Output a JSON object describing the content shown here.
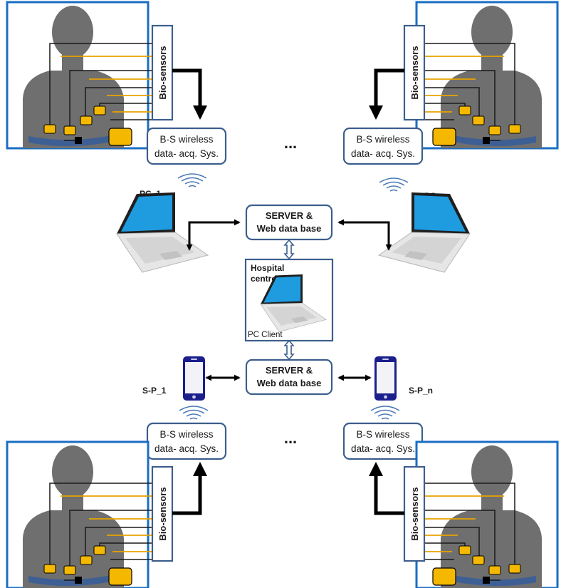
{
  "patients": {
    "biosensors_label": "Bio-sensors"
  },
  "acquisition": {
    "line1": "B-S wireless",
    "line2": "data- acq. Sys."
  },
  "ellipsis": "...",
  "computers": {
    "pc_left": "PC_1",
    "pc_right": "PC_n"
  },
  "server": {
    "line1": "SERVER &",
    "line2": "Web data base"
  },
  "hospital": {
    "line1": "Hospital",
    "line2": "centre",
    "client_label": "PC Client"
  },
  "phones": {
    "sp_left": "S-P_1",
    "sp_right": "S-P_n"
  },
  "colors": {
    "frame": "#1a6ec2",
    "box_stroke": "#3b5e8c",
    "screen": "#1f9be0",
    "phone": "#1a1f8c",
    "sensor": "#f5b800",
    "body": "#6f6f6f"
  }
}
